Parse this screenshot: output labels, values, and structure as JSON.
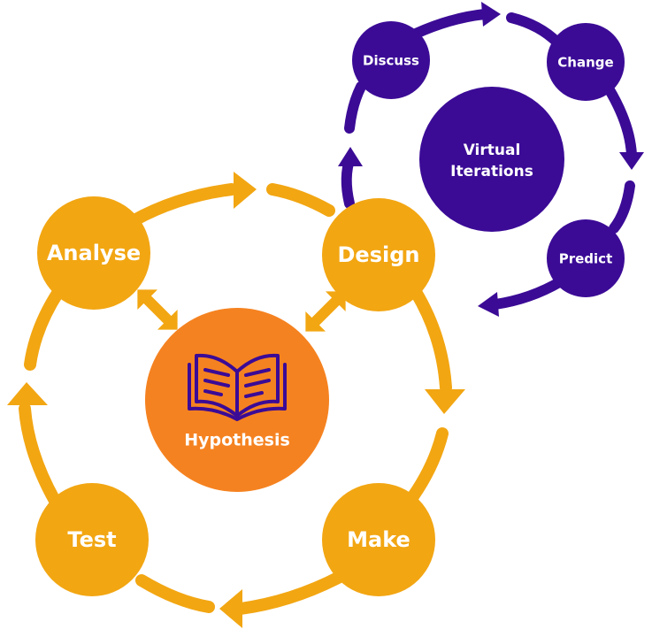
{
  "colors": {
    "orange_cycle": "#f2a612",
    "orange_center": "#f58220",
    "purple_cycle": "#3b0b96",
    "book_icon": "#3b0b96",
    "label_text": "#ffffff"
  },
  "icons": [
    "open-book-icon",
    "double-arrow-icon"
  ],
  "hypothesis": {
    "label": "Hypothesis"
  },
  "main_cycle": {
    "analyse": "Analyse",
    "design": "Design",
    "make": "Make",
    "test": "Test"
  },
  "virtual_cycle": {
    "center": {
      "line1": "Virtual",
      "line2": "Iterations"
    },
    "discuss": "Discuss",
    "change": "Change",
    "predict": "Predict"
  }
}
